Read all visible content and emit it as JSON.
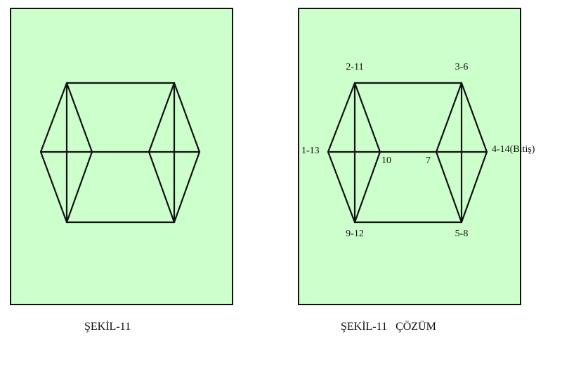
{
  "colors": {
    "panel_fill": "#ccffcc",
    "stroke": "#111111"
  },
  "figures": {
    "left": {
      "caption": "ŞEKİL-11"
    },
    "right": {
      "caption": "ŞEKİL-11   ÇÖZÜM",
      "vertex_labels": {
        "top_left": "2-11",
        "top_right": "3-6",
        "left": "1-13",
        "right": "4-14(Bitiş)",
        "inner_left": "10",
        "inner_right": "7",
        "bottom_left": "9-12",
        "bottom_right": "5-8"
      }
    }
  }
}
